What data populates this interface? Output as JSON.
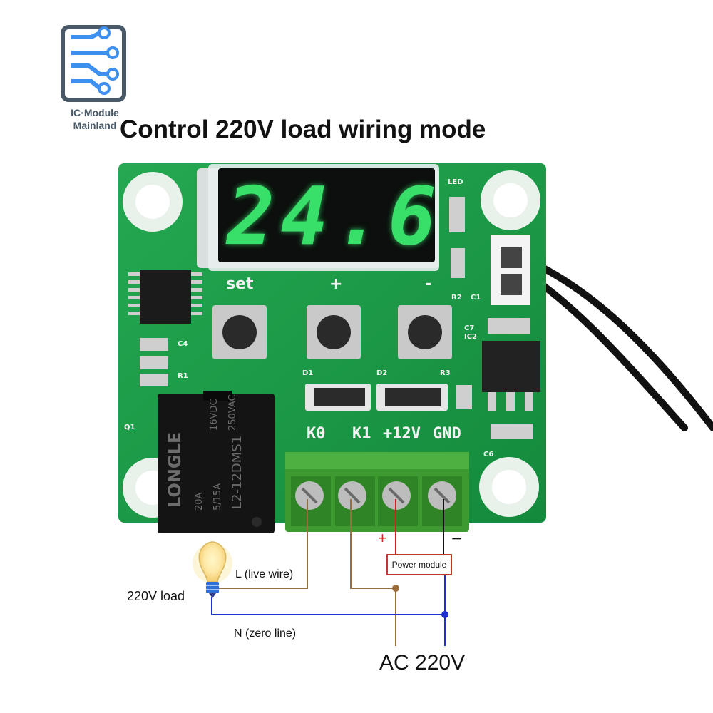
{
  "logo": {
    "line1": "IC·Module",
    "line2": "Mainland",
    "icon": "circuit-board-icon",
    "color": "#4a5968",
    "accent": "#3d8ff0"
  },
  "title": "Control 220V load wiring mode",
  "display": {
    "digits": "24.6",
    "color": "#38e06a"
  },
  "buttons": {
    "set": "set",
    "plus": "+",
    "minus": "-"
  },
  "board": {
    "color": "#1f9a48",
    "led_label": "LED",
    "silk": {
      "r2": "R2",
      "c1": "C1",
      "c7": "C7",
      "ic2": "IC2",
      "d1": "D1",
      "d2": "D2",
      "r3": "R3",
      "c4": "C4",
      "r1": "R1",
      "c6": "C6",
      "q1": "Q1"
    }
  },
  "terminals": {
    "k0": "K0",
    "k1": "K1",
    "v12": "+12V",
    "gnd": "GND"
  },
  "relay": {
    "brand": "LONGLE",
    "model": "L2-12DMS1",
    "spec_a": "20A",
    "spec_b": "5/15A",
    "vdc": "16VDC",
    "vac": "250VAC"
  },
  "wiring": {
    "live_label": "L (live wire)",
    "load_label": "220V load",
    "zero_label": "N (zero line)",
    "ac_label": "AC 220V",
    "power_module": "Power module",
    "plus_sign": "+",
    "minus_sign": "−",
    "live_color": "#9a6d3a",
    "neutral_color": "#1f2fd1",
    "positive_color": "#d21f1f",
    "negative_color": "#111111"
  }
}
